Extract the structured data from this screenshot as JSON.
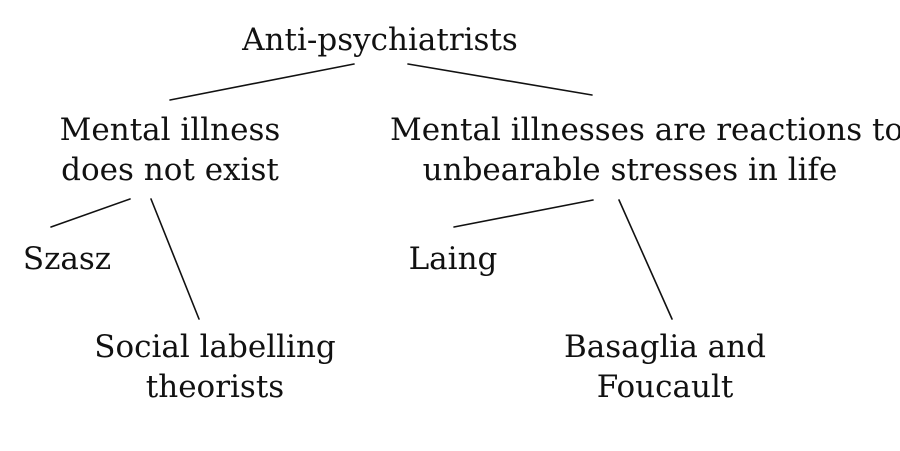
{
  "diagram": {
    "root": {
      "label": "Anti-psychiatrists"
    },
    "branches": [
      {
        "label_lines": [
          "Mental illness",
          "does not exist"
        ],
        "leaves": [
          {
            "label_lines": [
              "Szasz"
            ]
          },
          {
            "label_lines": [
              "Social labelling",
              "theorists"
            ]
          }
        ]
      },
      {
        "label_lines": [
          "Mental illnesses are reactions to",
          "unbearable stresses in life"
        ],
        "leaves": [
          {
            "label_lines": [
              "Laing"
            ]
          },
          {
            "label_lines": [
              "Basaglia and",
              "Foucault"
            ]
          }
        ]
      }
    ]
  }
}
